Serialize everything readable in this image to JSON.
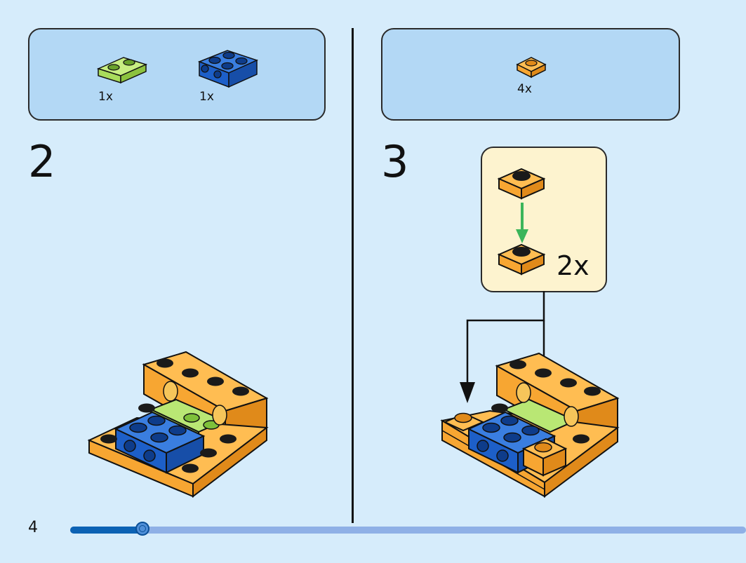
{
  "page_number": "4",
  "progress": {
    "value_percent": 11
  },
  "colors": {
    "background": "#d6ecfb",
    "parts_box": "#b3d8f5",
    "callout": "#fdf3cf",
    "orange": "#f7a632",
    "lime": "#a9dc5c",
    "blue": "#1d5fc8",
    "arrow_green": "#3bb55a"
  },
  "steps": [
    {
      "number": "2",
      "parts": [
        {
          "icon": "lime-plate-1x2-icon",
          "quantity": "1x"
        },
        {
          "icon": "blue-plate-2x2-icon",
          "quantity": "1x"
        }
      ]
    },
    {
      "number": "3",
      "parts": [
        {
          "icon": "orange-plate-1x1-icon",
          "quantity": "4x"
        }
      ],
      "callout": {
        "multiplier": "2x"
      }
    }
  ]
}
